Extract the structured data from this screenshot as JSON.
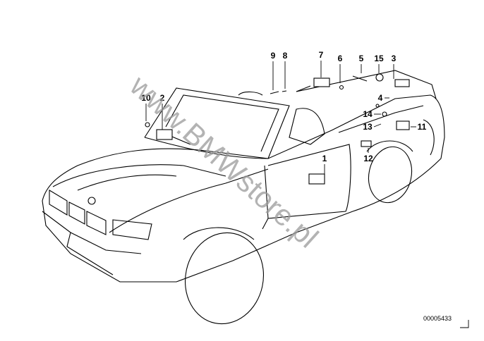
{
  "diagram": {
    "part_labels": [
      "9",
      "8",
      "7",
      "6",
      "5",
      "15",
      "3",
      "10",
      "2",
      "4",
      "14",
      "13",
      "11",
      "12",
      "1"
    ],
    "diagram_number": "00005433",
    "watermark": "www.BMWstore.pl"
  }
}
